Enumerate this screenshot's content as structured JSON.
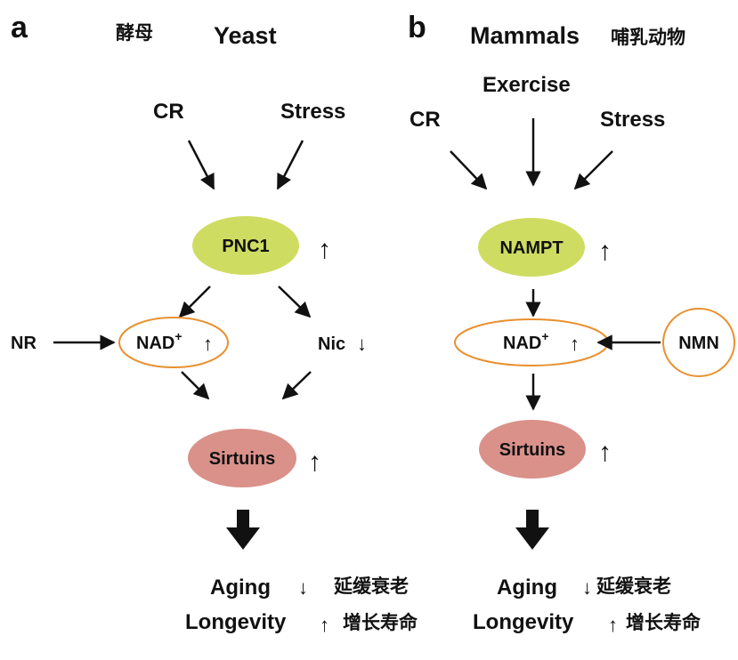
{
  "colors": {
    "node_green": "#cfdc62",
    "node_pink": "#d9918a",
    "ellipse_stroke": "#e8912f",
    "ink": "#111111"
  },
  "panel_a": {
    "letter": "a",
    "cjk_title": "酵母",
    "title": "Yeast",
    "inputs": {
      "cr": "CR",
      "stress": "Stress",
      "nr": "NR"
    },
    "nodes": {
      "pnc1": "PNC1",
      "nad": "NAD",
      "nad_sup": "+",
      "nic": "Nic",
      "sirtuins": "Sirtuins"
    },
    "symbols": {
      "up": "↑",
      "down": "↓"
    },
    "outcomes": {
      "aging": "Aging",
      "aging_cn": "延缓衰老",
      "longevity": "Longevity",
      "longevity_cn": "增长寿命"
    }
  },
  "panel_b": {
    "letter": "b",
    "title": "Mammals",
    "cjk_title": "哺乳动物",
    "inputs": {
      "exercise": "Exercise",
      "cr": "CR",
      "stress": "Stress"
    },
    "nodes": {
      "nampt": "NAMPT",
      "nad": "NAD",
      "nad_sup": "+",
      "nmn": "NMN",
      "sirtuins": "Sirtuins"
    },
    "symbols": {
      "up": "↑",
      "down": "↓"
    },
    "outcomes": {
      "aging": "Aging",
      "aging_cn": "延缓衰老",
      "longevity": "Longevity",
      "longevity_cn": "增长寿命"
    }
  }
}
